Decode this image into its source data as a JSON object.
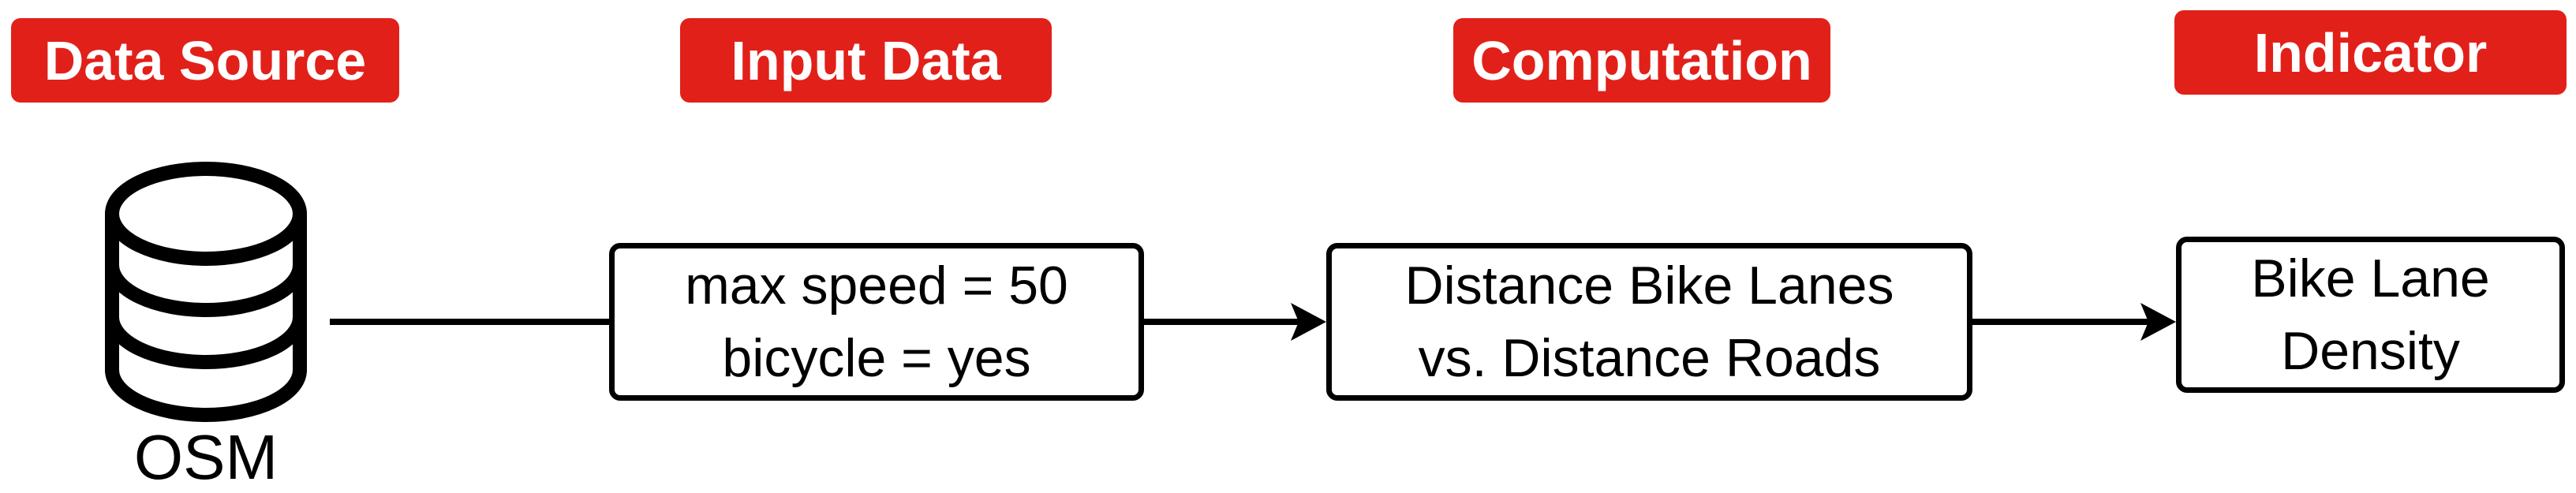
{
  "diagram": {
    "type": "flow-diagram",
    "stages": [
      {
        "label": "Data Source"
      },
      {
        "label": "Input Data"
      },
      {
        "label": "Computation"
      },
      {
        "label": "Indicator"
      }
    ],
    "data_source": {
      "icon": "database-cylinder-icon",
      "name": "OSM"
    },
    "input_data": {
      "lines": {
        "0": "max speed = 50",
        "1": "bicycle = yes"
      }
    },
    "computation": {
      "lines": {
        "0": "Distance Bike Lanes",
        "1": "vs. Distance Roads"
      }
    },
    "indicator": {
      "lines": {
        "0": "Bike Lane",
        "1": "Density"
      }
    },
    "connectors": [
      {
        "from": "OSM",
        "to": "input_data",
        "arrowhead": false
      },
      {
        "from": "input_data",
        "to": "computation",
        "arrowhead": true
      },
      {
        "from": "computation",
        "to": "indicator",
        "arrowhead": true
      }
    ],
    "colors": {
      "label_background": "#e2201a",
      "label_text": "#ffffff",
      "stroke": "#000000",
      "box_background": "#ffffff"
    }
  }
}
